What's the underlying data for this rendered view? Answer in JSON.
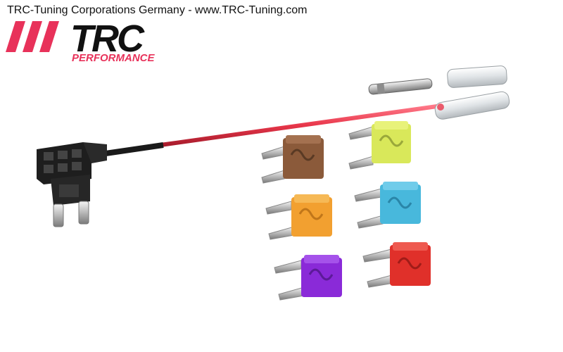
{
  "header": {
    "caption": "TRC-Tuning Corporations Germany - www.TRC-Tuning.com"
  },
  "logo": {
    "wordmark": "TRC",
    "subtitle": "PERFORMANCE",
    "accent_color": "#e8325a",
    "text_color": "#111111"
  },
  "product": {
    "wire_color": "#e8364a",
    "fuses": [
      {
        "color": "#8b5a3a",
        "name": "brown"
      },
      {
        "color": "#d9e85a",
        "name": "yellow"
      },
      {
        "color": "#f2a030",
        "name": "orange"
      },
      {
        "color": "#48b8dc",
        "name": "blue"
      },
      {
        "color": "#8a2ad8",
        "name": "purple"
      },
      {
        "color": "#e0302a",
        "name": "red"
      }
    ]
  }
}
